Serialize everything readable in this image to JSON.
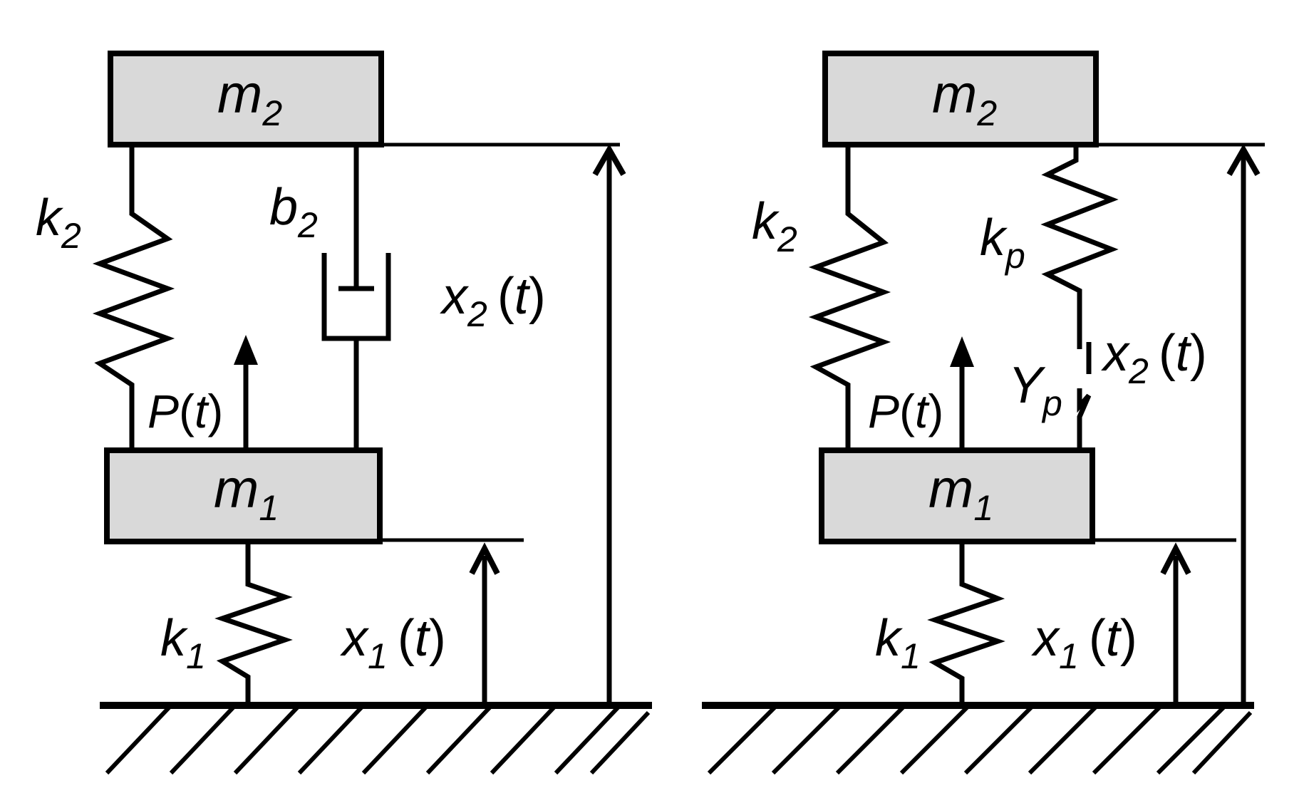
{
  "colors": {
    "mass_fill": "#d9d9d9",
    "stroke": "#000000",
    "background": "#ffffff"
  },
  "left": {
    "m2": {
      "main": "m",
      "sub": "2"
    },
    "m1": {
      "main": "m",
      "sub": "1"
    },
    "k2": {
      "main": "k",
      "sub": "2"
    },
    "b2": {
      "main": "b",
      "sub": "2"
    },
    "k1": {
      "main": "k",
      "sub": "1"
    },
    "x2": {
      "main": "x",
      "sub": "2",
      "arg": "t"
    },
    "x1": {
      "main": "x",
      "sub": "1",
      "arg": "t"
    },
    "p": {
      "main": "P",
      "arg": "t"
    }
  },
  "right": {
    "m2": {
      "main": "m",
      "sub": "2"
    },
    "m1": {
      "main": "m",
      "sub": "1"
    },
    "k2": {
      "main": "k",
      "sub": "2"
    },
    "kp": {
      "main": "k",
      "sub": "p"
    },
    "yp": {
      "main": "Y",
      "sub": "p"
    },
    "k1": {
      "main": "k",
      "sub": "1"
    },
    "x2": {
      "main": "x",
      "sub": "2",
      "arg": "t"
    },
    "x1": {
      "main": "x",
      "sub": "1",
      "arg": "t"
    },
    "p": {
      "main": "P",
      "arg": "t"
    }
  }
}
